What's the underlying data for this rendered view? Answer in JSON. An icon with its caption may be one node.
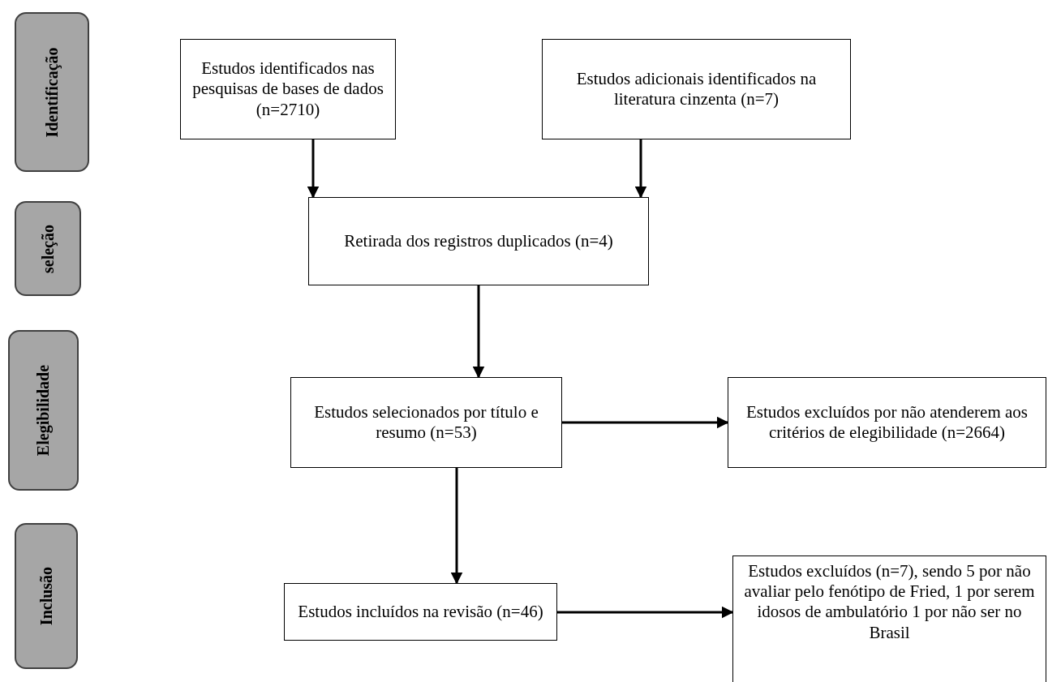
{
  "diagram": {
    "nodes": [
      {
        "text": [
          "Identificação"
        ]
      },
      {
        "text": [
          "seleção"
        ]
      },
      {
        "text": [
          "Elegibilidade"
        ]
      },
      {
        "text": [
          "Inclusão"
        ]
      },
      {
        "text": [
          "Estudos identificados nas pesquisas de bases de dados (n=2710)"
        ]
      },
      {
        "text": [
          "Estudos adicionais identificados na literatura cinzenta (n=7)"
        ]
      },
      {
        "text": [
          "Retirada dos registros duplicados (n=4)"
        ]
      },
      {
        "text": [
          "Estudos selecionados por título e resumo (n=53)"
        ]
      },
      {
        "text": [
          "Estudos excluídos por não atenderem aos critérios de elegibilidade (n=2664)"
        ]
      },
      {
        "text": [
          "Estudos incluídos na revisão (n=46)"
        ]
      },
      {
        "text": [
          "Estudos excluídos (n=7), sendo 5 por não avaliar pelo fenótipo de Fried, 1 por serem idosos de ambulatório 1 por não ser no Brasil"
        ]
      }
    ],
    "edges": [
      {
        "from": 4,
        "to": 6,
        "arrow": "to"
      },
      {
        "from": 5,
        "to": 6,
        "arrow": "to"
      },
      {
        "from": 6,
        "to": 7,
        "arrow": "to"
      },
      {
        "from": 7,
        "to": 8,
        "arrow": "to"
      },
      {
        "from": 7,
        "to": 9,
        "arrow": "to"
      },
      {
        "from": 9,
        "to": 10,
        "arrow": "to"
      }
    ]
  }
}
